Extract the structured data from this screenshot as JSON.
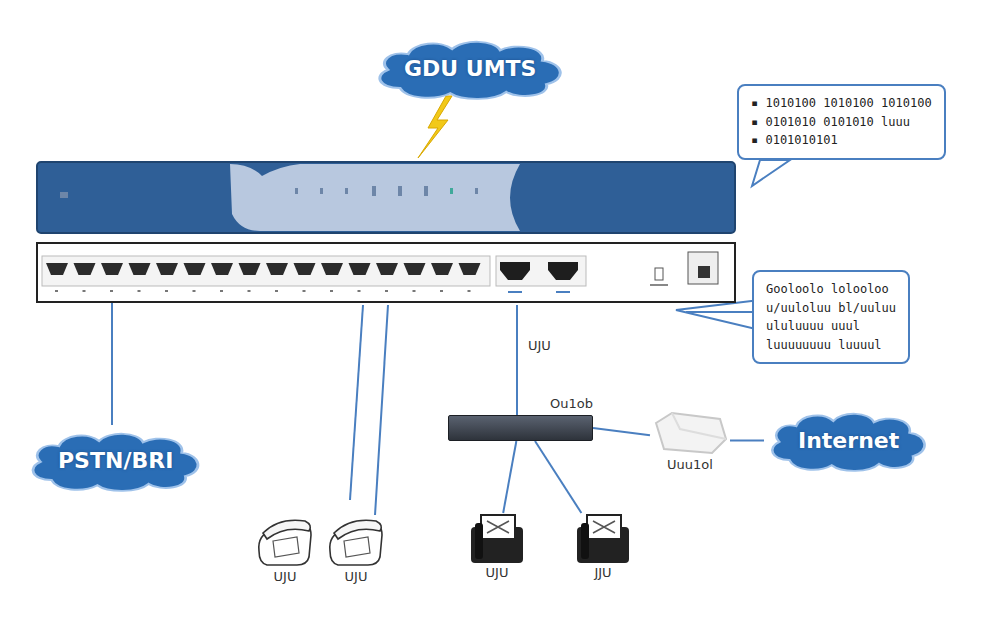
{
  "diagram": {
    "nodes": [
      {
        "text": [
          "GDU UMTS"
        ]
      },
      {
        "text": [
          "▪ 1010100 1010100 1010100",
          "▪ 0101010 0101010 luuu",
          "▪ 0101010101"
        ]
      },
      {
        "text": [
          "Gooloolo lolooloo",
          "u/uuloluu bl/uuluu",
          "ululuuuu uuul",
          "luuuuuuuu luuuul"
        ]
      },
      {
        "text": [
          "PSTN/BRI"
        ]
      },
      {
        "text": [
          "Ou1ob"
        ]
      },
      {
        "text": [
          "Uuu1ol"
        ]
      },
      {
        "text": [
          "Internet"
        ]
      },
      {
        "text": [
          "UJU"
        ]
      },
      {
        "text": [
          "UJU"
        ]
      },
      {
        "text": [
          "UJU"
        ]
      },
      {
        "text": [
          "JJU"
        ]
      }
    ],
    "edges": [
      {
        "from": 4,
        "to": 9,
        "arrow": "none"
      },
      {
        "from": 4,
        "to": 10,
        "arrow": "none"
      },
      {
        "from": 4,
        "to": 5,
        "arrow": "none"
      },
      {
        "from": 5,
        "to": 6,
        "arrow": "none"
      }
    ],
    "labels": [
      "UJU"
    ]
  }
}
